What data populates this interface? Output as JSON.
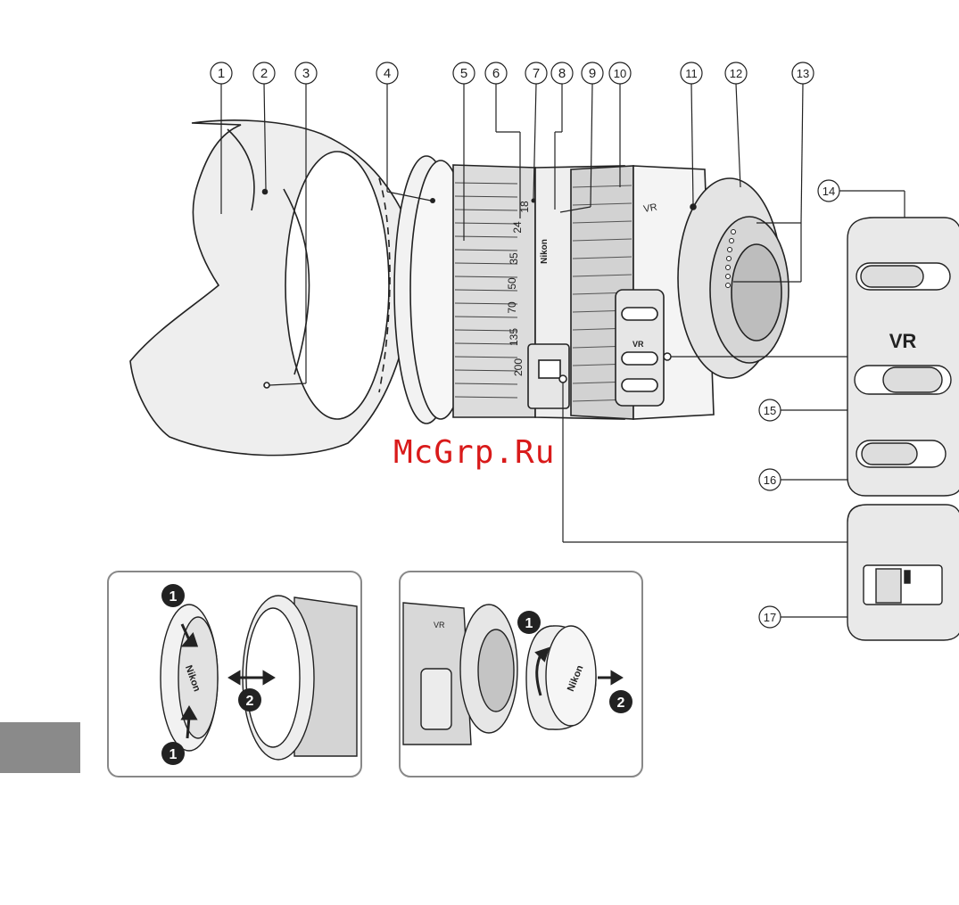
{
  "callouts": [
    "1",
    "2",
    "3",
    "4",
    "5",
    "6",
    "7",
    "8",
    "9",
    "10",
    "11",
    "12",
    "13",
    "14",
    "15",
    "16",
    "17"
  ],
  "lens_markings": {
    "zoom_scale": [
      "18",
      "24",
      "35",
      "50",
      "70",
      "135",
      "200"
    ],
    "brand": "Nikon",
    "vr_badge": "VR",
    "switch_panel_label": "VR"
  },
  "cap_markings": {
    "front_cap_brand": "Nikon",
    "rear_cap_brand": "Nikon",
    "inset_vr_badge": "VR"
  },
  "steps": {
    "step1": "1",
    "step2": "2"
  },
  "watermark": "McGrp.Ru",
  "colors": {
    "line": "#222222",
    "panel_fill": "#e9e9e9",
    "inset_border": "#888888",
    "tab_gray": "#8a8a8a",
    "watermark_red": "#d91a1a"
  }
}
